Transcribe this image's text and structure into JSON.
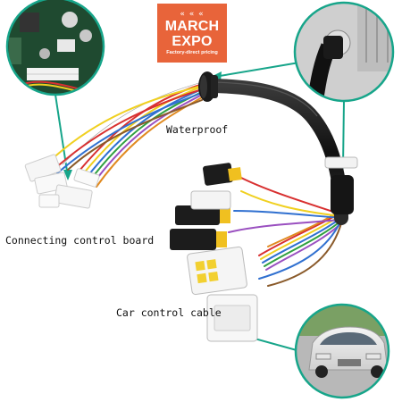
{
  "badge": {
    "chevrons": "« « «",
    "line1": "MARCH",
    "line2": "EXPO",
    "tagline": "Factory-direct pricing",
    "color": "#e8643a"
  },
  "labels": {
    "waterproof": "Waterproof",
    "connecting_board": "Connecting control board",
    "car_cable": "Car control cable"
  },
  "insets": [
    {
      "subject": "control-board-closeup"
    },
    {
      "subject": "waterproof-grommet-closeup"
    },
    {
      "subject": "electric-car"
    }
  ],
  "colors": {
    "callout_line": "#17a58a",
    "inset_ring": "#17a58a",
    "sheath": "#1a1a1a"
  }
}
